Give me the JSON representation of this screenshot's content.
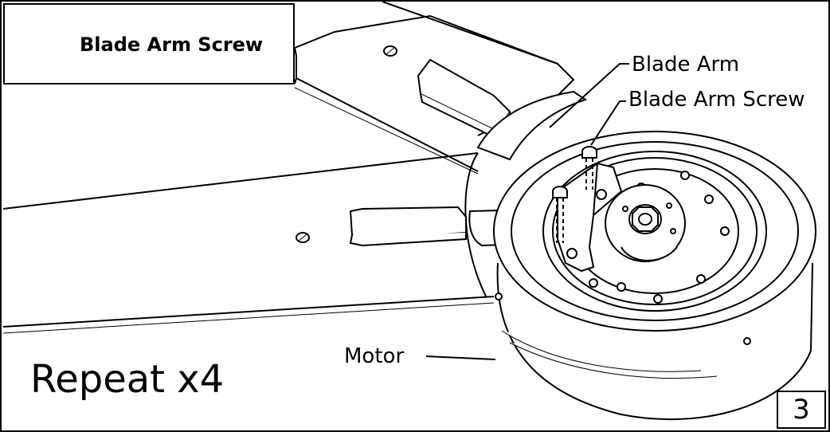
{
  "callout": {
    "title": "Blade Arm Screw",
    "icon": "screw-icon"
  },
  "labels": {
    "blade_arm": "Blade Arm",
    "blade_arm_screw": "Blade Arm Screw",
    "motor": "Motor"
  },
  "instruction": "Repeat x4",
  "step_number": "3",
  "colors": {
    "line": "#000000",
    "background": "#ffffff"
  }
}
